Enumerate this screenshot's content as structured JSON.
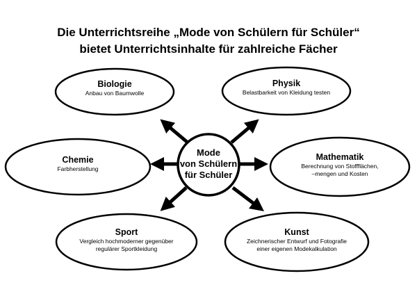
{
  "title": {
    "line1": "Die Unterrichtsreihe „Mode von Schülern für Schüler“",
    "line2": "bietet Unterrichtsinhalte für zahlreiche Fächer"
  },
  "center": {
    "lines": [
      "Mode",
      "von Schülern",
      "für Schüler"
    ]
  },
  "nodes": [
    {
      "heading": "Biologie",
      "lines": [
        "Anbau von Baumwolle"
      ]
    },
    {
      "heading": "Physik",
      "lines": [
        "Belastbarkeit von Kleidung testen"
      ]
    },
    {
      "heading": "Chemie",
      "lines": [
        "Farbherstellung"
      ]
    },
    {
      "heading": "Mathematik",
      "lines": [
        "Berechnung von Stoffflächen,",
        "–mengen und Kosten"
      ]
    },
    {
      "heading": "Sport",
      "lines": [
        "Vergleich hochmoderner gegenüber",
        "regulärer Sportkleidung"
      ]
    },
    {
      "heading": "Kunst",
      "lines": [
        "Zeichnerischer Entwurf und Fotografie",
        "einer eigenen Modekalkulation"
      ]
    }
  ]
}
